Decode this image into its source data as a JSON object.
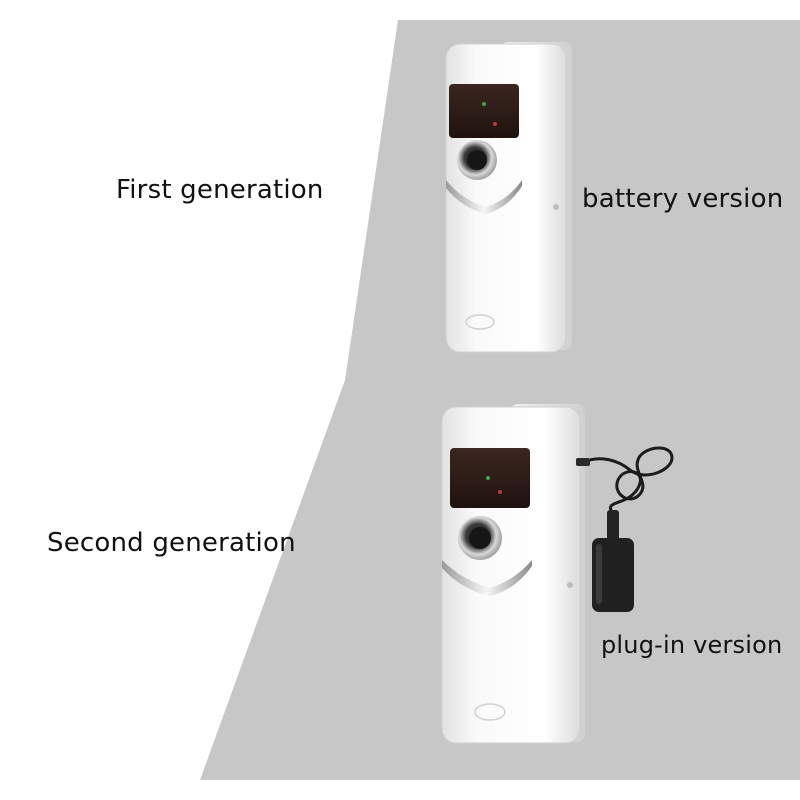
{
  "labels": {
    "first_generation": "First generation",
    "battery_version": "battery version",
    "second_generation": "Second generation",
    "plug_in_version": "plug-in version"
  },
  "colors": {
    "background_white": "#ffffff",
    "backdrop_gray": "#c8c8c8",
    "device_body": "#f4f4f4",
    "display_window": "#2b1a14",
    "adapter": "#1f1f1f"
  },
  "products": [
    {
      "name": "first-generation-dispenser",
      "power": "battery"
    },
    {
      "name": "second-generation-dispenser",
      "power": "plug-in adapter"
    }
  ]
}
